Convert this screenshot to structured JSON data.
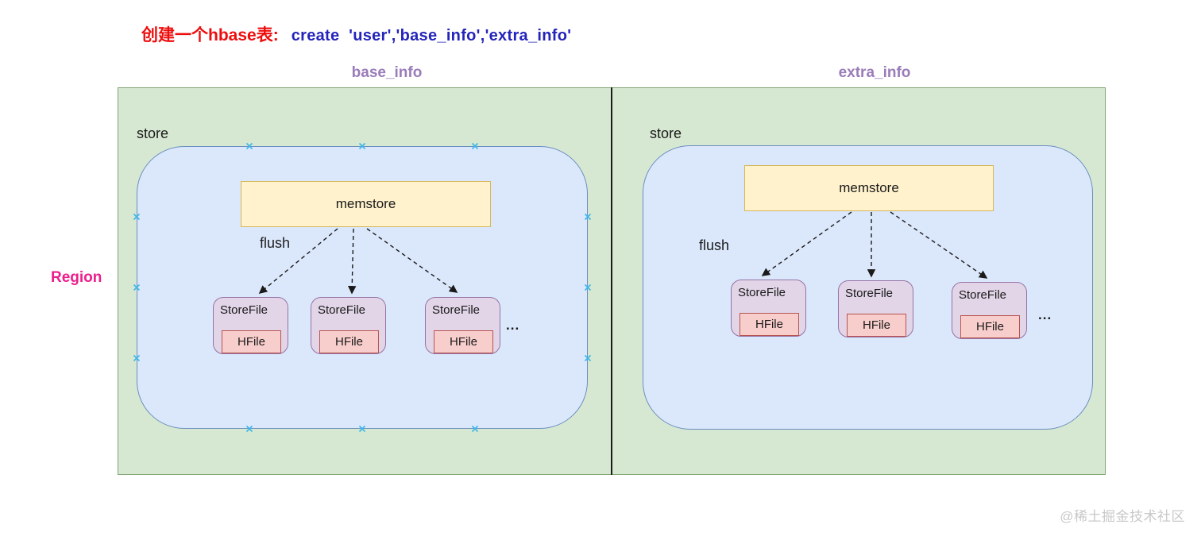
{
  "title": {
    "label_zh": "创建一个hbase表:",
    "command": "create  'user','base_info','extra_info'"
  },
  "region_label": "Region",
  "watermark": "@稀土掘金技术社区",
  "columns": [
    {
      "header": "base_info",
      "store_label": "store",
      "memstore_label": "memstore",
      "flush_label": "flush",
      "ellipsis": "...",
      "storefiles": [
        {
          "label": "StoreFile",
          "hfile_label": "HFile"
        },
        {
          "label": "StoreFile",
          "hfile_label": "HFile"
        },
        {
          "label": "StoreFile",
          "hfile_label": "HFile"
        }
      ]
    },
    {
      "header": "extra_info",
      "store_label": "store",
      "memstore_label": "memstore",
      "flush_label": "flush",
      "ellipsis": "...",
      "storefiles": [
        {
          "label": "StoreFile",
          "hfile_label": "HFile"
        },
        {
          "label": "StoreFile",
          "hfile_label": "HFile"
        },
        {
          "label": "StoreFile",
          "hfile_label": "HFile"
        }
      ]
    }
  ],
  "colors": {
    "title_zh": "#ee0d0d",
    "title_cmd": "#2424bb",
    "col_header": "#9a7cb8",
    "region": "#ed1e8c",
    "panel_fill": "#d7e8d2",
    "panel_border": "#7ea371",
    "store_fill": "#dbe8fc",
    "store_border": "#6c8ebf",
    "mem_fill": "#fff2cc",
    "mem_border": "#d6b656",
    "sf_fill": "#e1d5e7",
    "sf_border": "#9673a6",
    "hf_fill": "#f8cecc",
    "hf_border": "#b85450",
    "arrow": "#1a1a1a",
    "handle": "#3db7e8",
    "watermark": "#c9c9c9"
  }
}
